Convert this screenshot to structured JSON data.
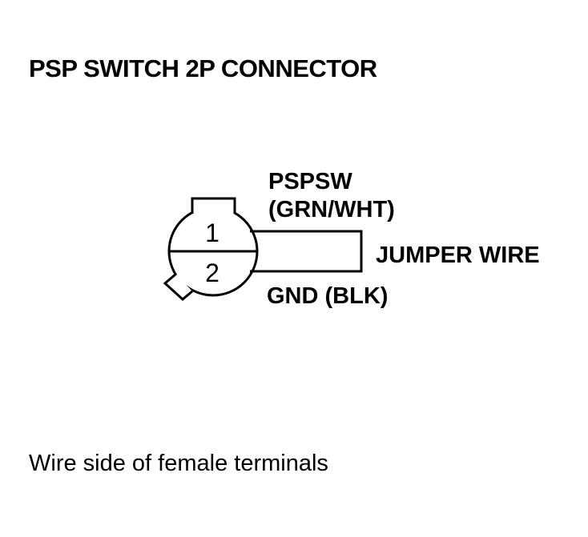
{
  "title": "PSP SWITCH 2P CONNECTOR",
  "connector": {
    "pin1": "1",
    "pin2": "2"
  },
  "labels": {
    "pspsw_line1": "PSPSW",
    "pspsw_line2": "(GRN/WHT)",
    "jumper": "JUMPER WIRE",
    "gnd": "GND (BLK)"
  },
  "caption": "Wire side of female terminals",
  "colors": {
    "line": "#000000",
    "background": "#ffffff"
  }
}
